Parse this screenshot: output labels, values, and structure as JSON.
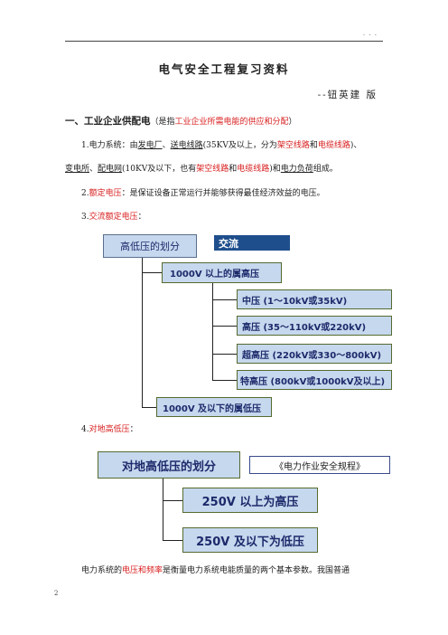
{
  "header": {
    "dots": ". . ."
  },
  "title": "电气安全工程复习资料",
  "author": "--钮英建  版",
  "section1": {
    "num": "一、",
    "heading": "工业企业供配电",
    "paren_open": "（是指",
    "paren_red": "工业企业所需电能的供应和分配",
    "paren_close": "）"
  },
  "para1": {
    "line1": {
      "a": "1.电力系统：由",
      "b": "发电厂",
      "c": "、",
      "d": "送电线路",
      "e": "(35KV及以上，分为",
      "f": "架空线路",
      "g": "和",
      "h": "电缆线路",
      "i": ")、"
    },
    "line2": {
      "a": "变电所",
      "b": "、",
      "c": "配电网",
      "d": "(10KV及以下，也有",
      "e": "架空线路",
      "f": "和",
      "g": "电缆线路",
      "h": ")和",
      "i": "电力负荷",
      "j": "组成。"
    }
  },
  "para2": {
    "a": "2.",
    "b": "额定电压",
    "c": "：是保证设备正常运行并能够获得最佳经济效益的电压。"
  },
  "para3": {
    "a": "3.",
    "b": "交流额定电压",
    "c": "："
  },
  "diagram1": {
    "root": "高低压的划分",
    "tag": "交流",
    "high": "1000V 以上的属高压",
    "items": [
      "中压 (1～10kV或35kV)",
      "高压 (35～110kV或220kV)",
      "超高压 (220kV或330～800kV)",
      "特高压 (800kV或1000kV及以上)"
    ],
    "low": "1000V 及以下的属低压"
  },
  "para4": {
    "a": "4.",
    "b": "对地高低压",
    "c": "："
  },
  "diagram2": {
    "root": "对地高低压的划分",
    "book": "《电力作业安全规程》",
    "high": "250V  以上为高压",
    "low": "250V  及以下为低压"
  },
  "para5": {
    "a": "电力系统的",
    "b": "电压和频率",
    "c": "是衡量电力系统电能质量的两个基本参数。我国普通"
  },
  "page_number": "2",
  "colors": {
    "red": "#d81e1e",
    "box_fill": "#c6d8ee",
    "dark_blue": "#1f4e8c"
  }
}
